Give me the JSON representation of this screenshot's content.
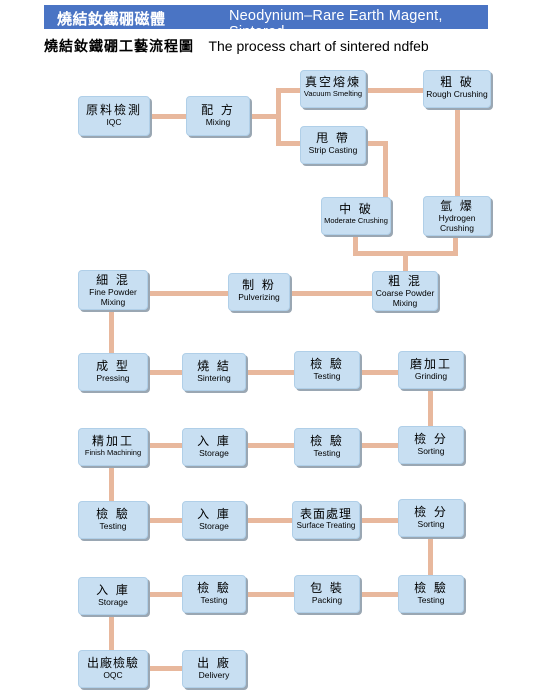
{
  "banner": {
    "title_cn": "燒結釹鐵硼磁體",
    "title_en": "Neodynium–Rare Earth Magent, Sintered"
  },
  "subtitle": {
    "cn": "燒結釹鐵硼工藝流程圖",
    "en": "The process chart of sintered ndfeb"
  },
  "steps": {
    "iqc": {
      "zh": "原料檢測",
      "en": "IQC"
    },
    "mixing": {
      "zh": "配 方",
      "en": "Mixing"
    },
    "vacuum_smelting": {
      "zh": "真空熔煉",
      "en": "Vacuum Smelting"
    },
    "rough_crushing": {
      "zh": "粗 破",
      "en": "Rough Crushing"
    },
    "strip_casting": {
      "zh": "甩 帶",
      "en": "Strip Casting"
    },
    "moderate_crushing": {
      "zh": "中 破",
      "en": "Moderate Crushing"
    },
    "hydrogen_crushing": {
      "zh": "氫 爆",
      "en1": "Hydrogen",
      "en2": "Crushing"
    },
    "fine_powder_mixing": {
      "zh": "細 混",
      "en1": "Fine Powder",
      "en2": "Mixing"
    },
    "pulverizing": {
      "zh": "制 粉",
      "en": "Pulverizing"
    },
    "coarse_powder_mixing": {
      "zh": "粗 混",
      "en1": "Coarse Powder",
      "en2": "Mixing"
    },
    "pressing": {
      "zh": "成 型",
      "en": "Pressing"
    },
    "sintering": {
      "zh": "燒 結",
      "en": "Sintering"
    },
    "testing_1": {
      "zh": "檢 驗",
      "en": "Testing"
    },
    "grinding": {
      "zh": "磨加工",
      "en": "Grinding"
    },
    "finish_machining": {
      "zh": "精加工",
      "en": "Finish Machining"
    },
    "storage_1": {
      "zh": "入 庫",
      "en": "Storage"
    },
    "testing_2": {
      "zh": "檢 驗",
      "en": "Testing"
    },
    "sorting_1": {
      "zh": "檢 分",
      "en": "Sorting"
    },
    "testing_3": {
      "zh": "檢 驗",
      "en": "Testing"
    },
    "storage_2": {
      "zh": "入 庫",
      "en": "Storage"
    },
    "surface_treating": {
      "zh": "表面處理",
      "en": "Surface Treating"
    },
    "sorting_2": {
      "zh": "檢 分",
      "en": "Sorting"
    },
    "storage_3": {
      "zh": "入 庫",
      "en": "Storage"
    },
    "testing_4": {
      "zh": "檢 驗",
      "en": "Testing"
    },
    "packing": {
      "zh": "包 裝",
      "en": "Packing"
    },
    "testing_5": {
      "zh": "檢 驗",
      "en": "Testing"
    },
    "oqc": {
      "zh": "出廠檢驗",
      "en": "OQC"
    },
    "delivery": {
      "zh": "出 廠",
      "en": "Delivery"
    }
  }
}
